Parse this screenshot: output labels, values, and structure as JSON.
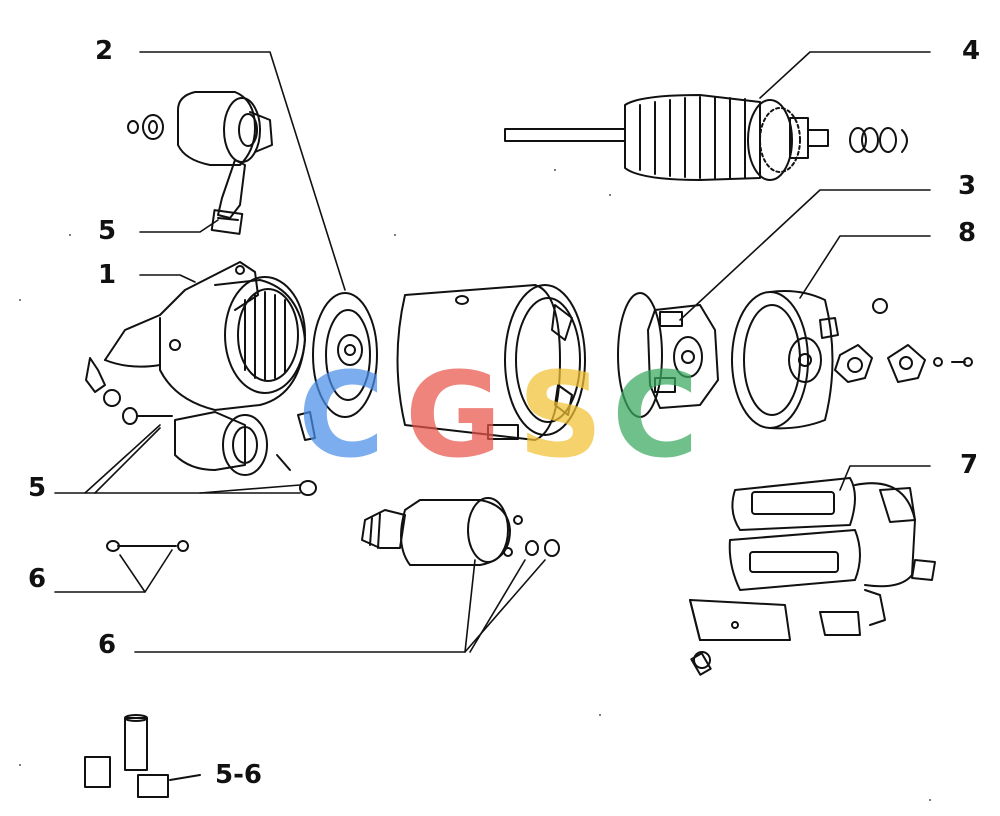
{
  "labels": {
    "l1": "1",
    "l2": "2",
    "l3": "3",
    "l4": "4",
    "l5a": "5",
    "l5b": "5",
    "l6a": "6",
    "l6b": "6",
    "l7": "7",
    "l8": "8",
    "l56": "5-6"
  },
  "watermark": {
    "c1": "C",
    "g": "G",
    "s": "S",
    "c2": "C",
    "colors": [
      "#4a8ee8",
      "#e8554a",
      "#f2c233",
      "#3aa860"
    ]
  }
}
